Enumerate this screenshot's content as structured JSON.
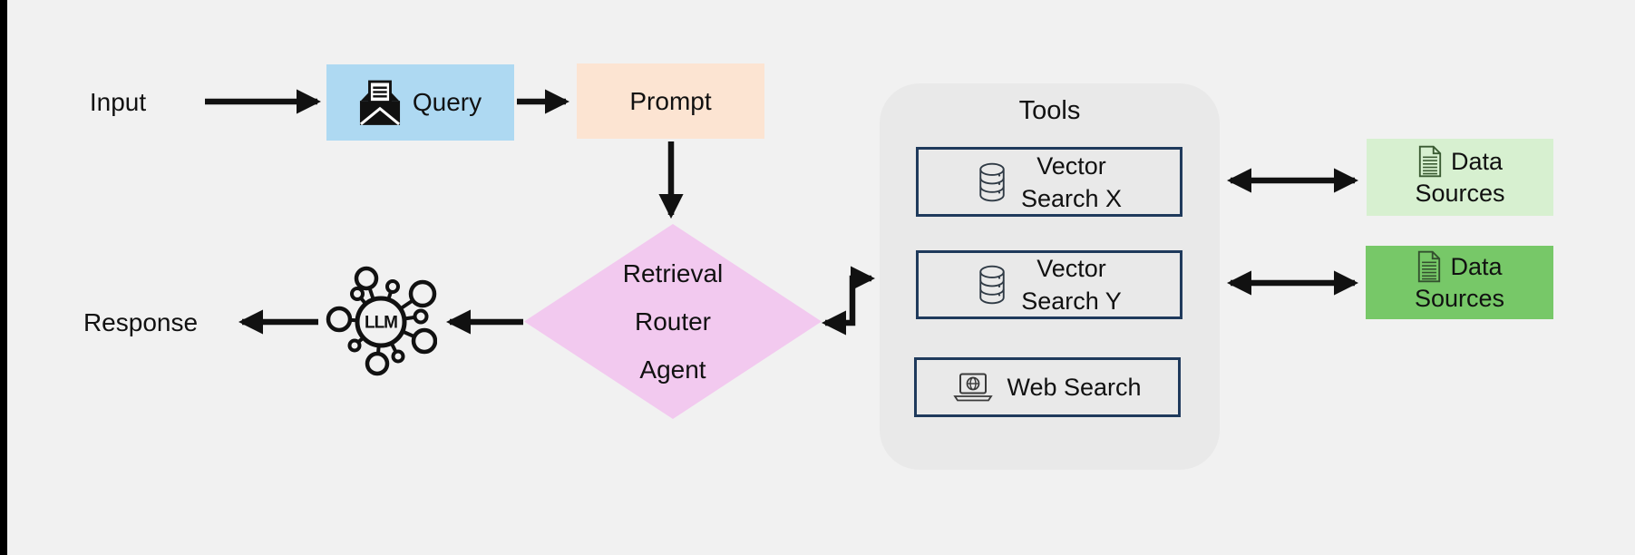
{
  "labels": {
    "input": "Input",
    "response": "Response"
  },
  "nodes": {
    "query": {
      "label": "Query",
      "icon": "open-envelope-icon",
      "fill": "#aed9f2"
    },
    "prompt": {
      "label": "Prompt",
      "fill": "#fce4d2"
    },
    "router": {
      "lines": [
        "Retrieval",
        "Router",
        "Agent"
      ],
      "fill": "#f2c9ef"
    },
    "llm": {
      "label": "LLM",
      "icon": "llm-network-icon"
    }
  },
  "tools": {
    "title": "Tools",
    "panel_fill": "#e9e9e9",
    "box_border": "#1f3a5c",
    "items": [
      {
        "line1": "Vector",
        "line2": "Search X",
        "icon": "database-icon"
      },
      {
        "line1": "Vector",
        "line2": "Search Y",
        "icon": "database-icon"
      },
      {
        "line1": "Web Search",
        "icon": "laptop-globe-icon"
      }
    ]
  },
  "data_sources": [
    {
      "line1": "Data",
      "line2": "Sources",
      "icon": "document-icon",
      "fill": "#d7f0d0"
    },
    {
      "line1": "Data",
      "line2": "Sources",
      "icon": "document-icon",
      "fill": "#77c868"
    }
  ],
  "colors": {
    "background": "#f1f1f1",
    "arrow": "#111111",
    "text": "#111111",
    "left_edge_strip": "#000000"
  }
}
